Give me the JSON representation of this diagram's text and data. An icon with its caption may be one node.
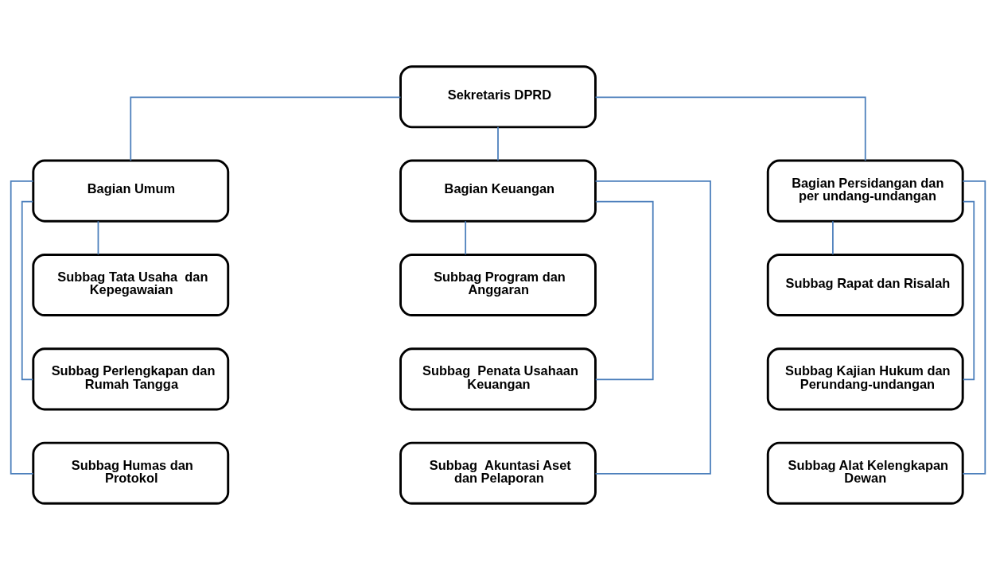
{
  "diagram": {
    "nodes": [
      {
        "text": [
          "Sekretaris DPRD"
        ]
      },
      {
        "text": [
          "Bagian Umum"
        ]
      },
      {
        "text": [
          "Subbag Tata Usaha  dan Kepegawaian"
        ]
      },
      {
        "text": [
          "Subbag Perlengkapan dan Rumah Tangga"
        ]
      },
      {
        "text": [
          "Subbag Humas dan Protokol"
        ]
      },
      {
        "text": [
          "Bagian Keuangan"
        ]
      },
      {
        "text": [
          "Subbag Program dan Anggaran"
        ]
      },
      {
        "text": [
          "Subbag  Penata Usahaan Keuangan"
        ]
      },
      {
        "text": [
          "Subbag  Akuntasi Aset dan Pelaporan"
        ]
      },
      {
        "text": [
          "Bagian Persidangan dan per undang-undangan"
        ]
      },
      {
        "text": [
          "Subbag Rapat dan Risalah"
        ]
      },
      {
        "text": [
          "Subbag Kajian Hukum dan Perundang-undangan"
        ]
      },
      {
        "text": [
          "Subbag Alat Kelengkapan Dewan"
        ]
      }
    ],
    "edges": [
      {
        "from": 0,
        "to": 1,
        "arrow": "none"
      },
      {
        "from": 0,
        "to": 5,
        "arrow": "none"
      },
      {
        "from": 0,
        "to": 9,
        "arrow": "none"
      },
      {
        "from": 1,
        "to": 2,
        "arrow": "none"
      },
      {
        "from": 1,
        "to": 3,
        "arrow": "none"
      },
      {
        "from": 1,
        "to": 4,
        "arrow": "none"
      },
      {
        "from": 5,
        "to": 6,
        "arrow": "none"
      },
      {
        "from": 5,
        "to": 7,
        "arrow": "none"
      },
      {
        "from": 5,
        "to": 8,
        "arrow": "none"
      },
      {
        "from": 9,
        "to": 10,
        "arrow": "none"
      },
      {
        "from": 9,
        "to": 11,
        "arrow": "none"
      },
      {
        "from": 9,
        "to": 12,
        "arrow": "none"
      }
    ]
  }
}
